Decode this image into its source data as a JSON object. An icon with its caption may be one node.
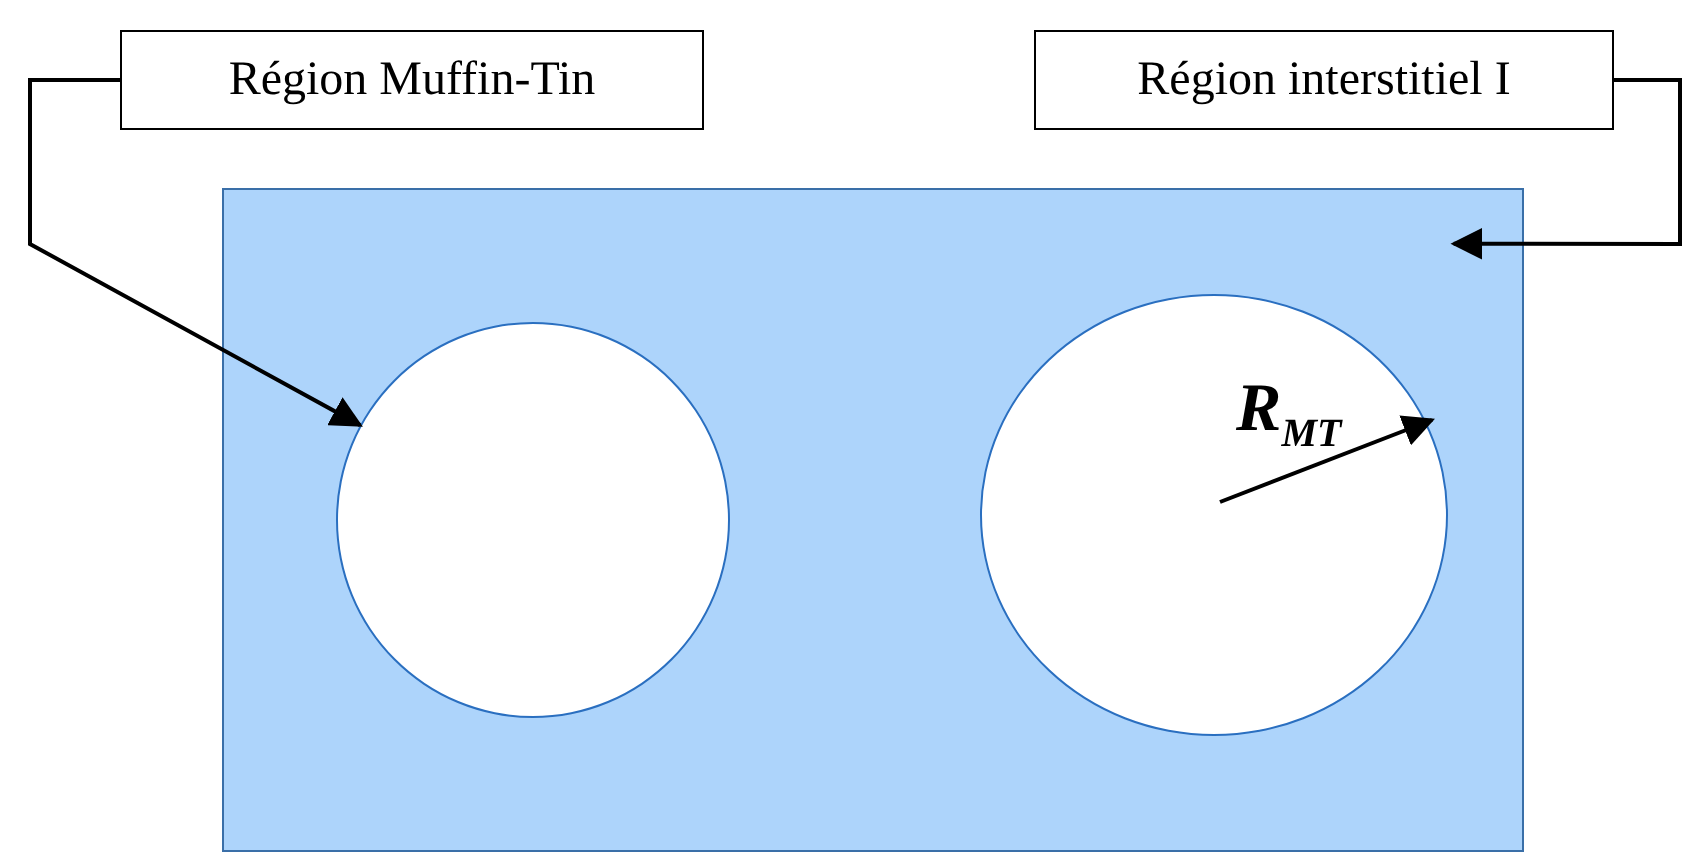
{
  "diagram": {
    "nodes": [
      {
        "text": [
          "Région Muffin-Tin"
        ]
      },
      {
        "text": [
          "Région interstitiel I"
        ]
      },
      {
        "text": [],
        "shape": "box"
      },
      {
        "text": [],
        "shape": "circle",
        "in": 2
      },
      {
        "text": [],
        "shape": "circle",
        "in": 2
      }
    ],
    "edges": [
      {
        "from": 0,
        "to": 3,
        "arrow": "to"
      },
      {
        "from": 1,
        "to": 2,
        "arrow": "to"
      }
    ],
    "labels": [
      "R$_{MT}$"
    ]
  }
}
